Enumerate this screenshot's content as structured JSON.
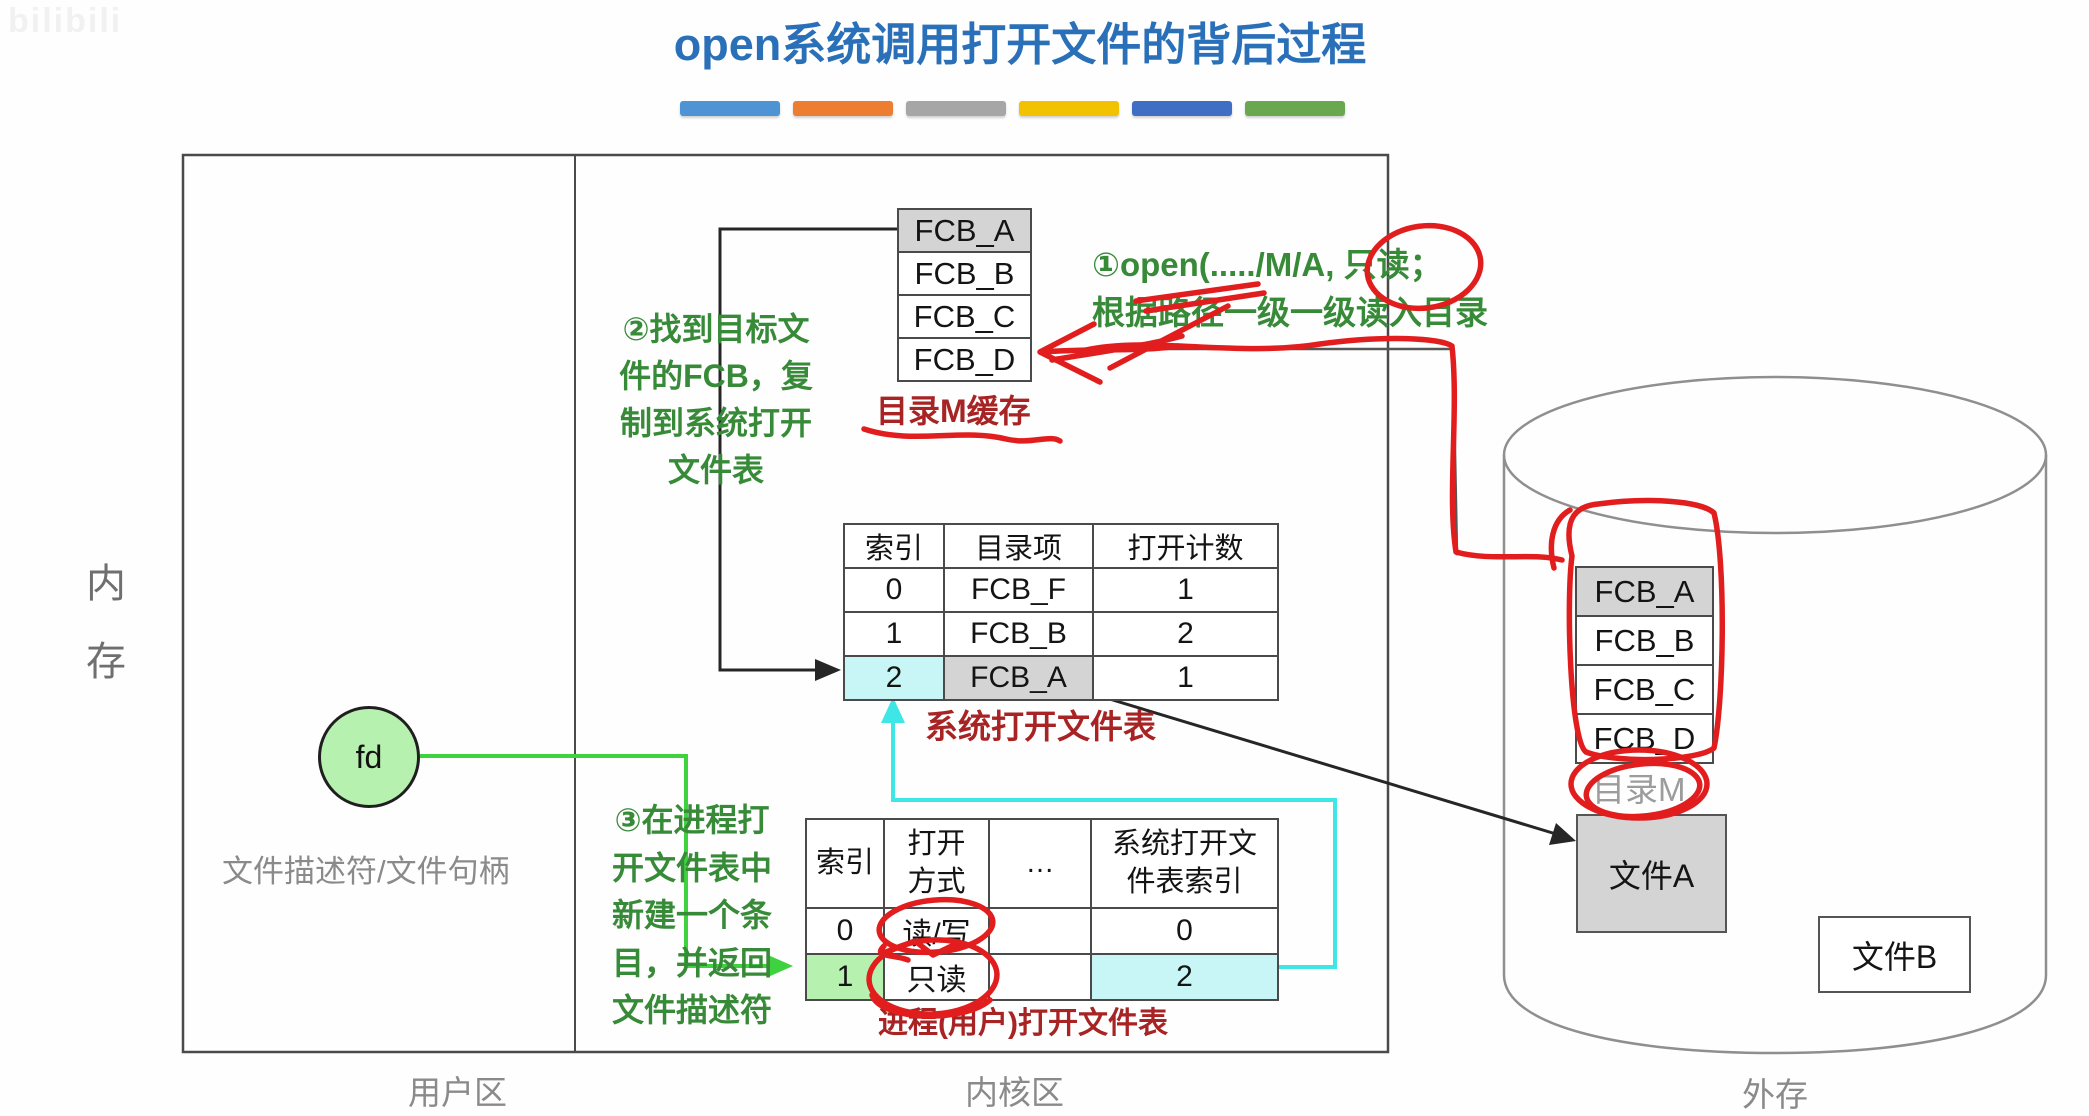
{
  "watermark": {
    "text": "bilibili"
  },
  "header": {
    "title": "open系统调用打开文件的背后过程",
    "bar_colors": [
      "#4e94d4",
      "#ed7d31",
      "#a6a6a6",
      "#f2c200",
      "#3f6fc4",
      "#6aa84f"
    ]
  },
  "zones": {
    "memory": "内\n存",
    "user": "用户区",
    "kernel": "内核区",
    "external": "外存"
  },
  "fd": {
    "label": "fd",
    "caption": "文件描述符/文件句柄"
  },
  "steps": {
    "step1": "①open(...../M/A, 只读；\n根据路径一级一级读入目录",
    "step2": "②找到目标文\n件的FCB，复\n制到系统打开\n文件表",
    "step3": "③在进程打\n开文件表中\n新建一个条\n目，并返回\n文件描述符"
  },
  "dir_cache": {
    "rows": [
      "FCB_A",
      "FCB_B",
      "FCB_C",
      "FCB_D"
    ],
    "caption": "目录M缓存"
  },
  "system_table": {
    "headers": [
      "索引",
      "目录项",
      "打开计数"
    ],
    "rows": [
      [
        "0",
        "FCB_F",
        "1"
      ],
      [
        "1",
        "FCB_B",
        "2"
      ],
      [
        "2",
        "FCB_A",
        "1"
      ]
    ],
    "caption": "系统打开文件表"
  },
  "process_table": {
    "headers": [
      "索引",
      "打开\n方式",
      "…",
      "系统打开文\n件表索引"
    ],
    "rows": [
      [
        "0",
        "读/写",
        "",
        "0"
      ],
      [
        "1",
        "只读",
        "",
        "2"
      ]
    ],
    "caption": "进程(用户)打开文件表"
  },
  "disk": {
    "fcb_rows": [
      "FCB_A",
      "FCB_B",
      "FCB_C",
      "FCB_D"
    ],
    "dir_label": "目录M",
    "file_a": "文件A",
    "file_b": "文件B"
  },
  "colors": {
    "title_blue": "#2a70b8",
    "green_annotation": "#378a37",
    "red_label": "#a82323",
    "red_pen": "#e21d1d",
    "cyan_line": "#3ee6e6",
    "green_line": "#3fd23f",
    "cell_cyan": "#c8f5f5",
    "cell_green": "#b7f1af",
    "cell_gray": "#d4d4d4"
  }
}
